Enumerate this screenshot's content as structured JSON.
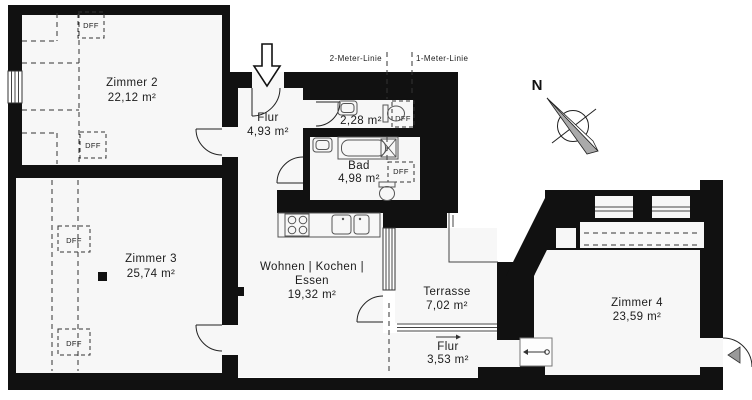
{
  "floorplan": {
    "rooms": {
      "zimmer2": {
        "name": "Zimmer 2",
        "area": "22,12 m²"
      },
      "zimmer3": {
        "name": "Zimmer 3",
        "area": "25,74 m²"
      },
      "zimmer4": {
        "name": "Zimmer 4",
        "area": "23,59 m²"
      },
      "flur_top": {
        "name": "Flur",
        "area": "4,93 m²"
      },
      "wc": {
        "area": "2,28 m²"
      },
      "bad": {
        "name": "Bad",
        "area": "4,98 m²"
      },
      "wohnen": {
        "name_line1": "Wohnen | Kochen |",
        "name_line2": "Essen",
        "area": "19,32 m²"
      },
      "terrasse": {
        "name": "Terrasse",
        "area": "7,02 m²"
      },
      "flur_bottom": {
        "name": "Flur",
        "area": "3,53 m²"
      }
    },
    "annotations": {
      "two_meter_line": "2-Meter-Linie",
      "one_meter_line": "1-Meter-Linie",
      "north": "N",
      "dff": "DFF"
    },
    "colors": {
      "wall": "#111111",
      "room_fill": "#f7f7f7",
      "background": "#ffffff",
      "fixture_stroke": "#555555",
      "dash_stroke": "#333333"
    }
  }
}
